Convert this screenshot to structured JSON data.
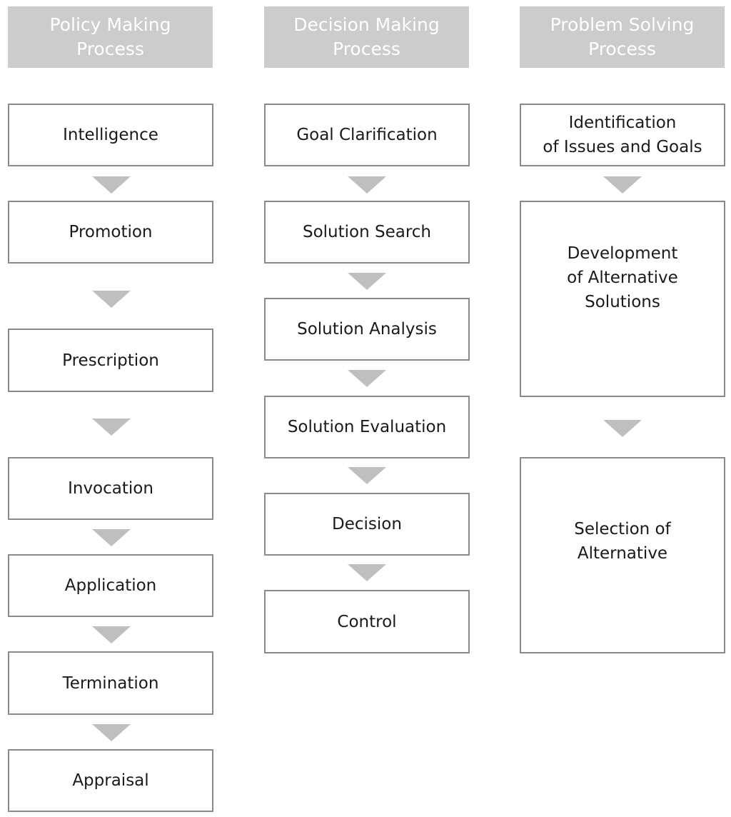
{
  "columns": [
    {
      "title": "Policy Making\nProcess",
      "steps": [
        "Intelligence",
        "Promotion",
        "Prescription",
        "Invocation",
        "Application",
        "Termination",
        "Appraisal"
      ]
    },
    {
      "title": "Decision Making\nProcess",
      "steps": [
        "Goal Clarification",
        "Solution Search",
        "Solution Analysis",
        "Solution Evaluation",
        "Decision",
        "Control"
      ]
    },
    {
      "title": "Problem Solving\nProcess",
      "steps": [
        "Identification\nof Issues and Goals",
        "Development\nof Alternative\nSolutions",
        "Selection of\nAlternative"
      ]
    }
  ],
  "colors": {
    "header_bg": "#cccccc",
    "header_text": "#ffffff",
    "box_border": "#8a8a8a",
    "arrow": "#bfbfbf",
    "text": "#1a1a1a"
  }
}
